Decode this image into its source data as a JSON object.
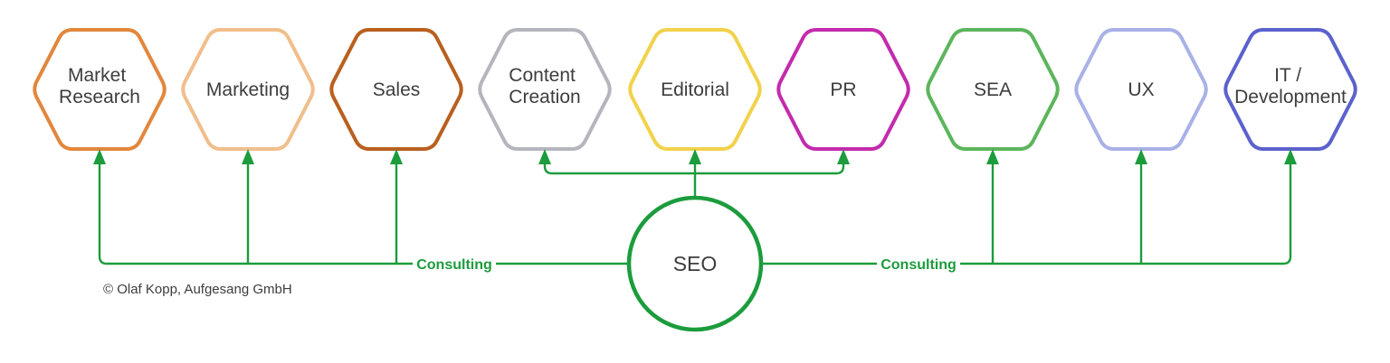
{
  "diagram": {
    "line_color": "#1C9C3C",
    "text_color": "#3D3D3D",
    "background": "#FFFFFF"
  },
  "center": {
    "label": "SEO"
  },
  "labels": {
    "consulting_left": "Consulting",
    "consulting_right": "Consulting"
  },
  "copyright": "© Olaf Kopp, Aufgesang GmbH",
  "nodes": [
    {
      "id": "market-research",
      "lines": [
        "Market",
        "Research"
      ],
      "color": "#E2873D"
    },
    {
      "id": "marketing",
      "lines": [
        "Marketing"
      ],
      "color": "#F1BE8B"
    },
    {
      "id": "sales",
      "lines": [
        "Sales"
      ],
      "color": "#B9601F"
    },
    {
      "id": "content-creation",
      "lines": [
        "Content",
        "Creation"
      ],
      "color": "#B5B5BD"
    },
    {
      "id": "editorial",
      "lines": [
        "Editorial"
      ],
      "color": "#F2D24B"
    },
    {
      "id": "pr",
      "lines": [
        "PR"
      ],
      "color": "#C32BAD"
    },
    {
      "id": "sea",
      "lines": [
        "SEA"
      ],
      "color": "#5CB55C"
    },
    {
      "id": "ux",
      "lines": [
        "UX"
      ],
      "color": "#A9B1E7"
    },
    {
      "id": "it-development",
      "lines": [
        "IT /",
        "Development"
      ],
      "color": "#5B62CD"
    }
  ]
}
